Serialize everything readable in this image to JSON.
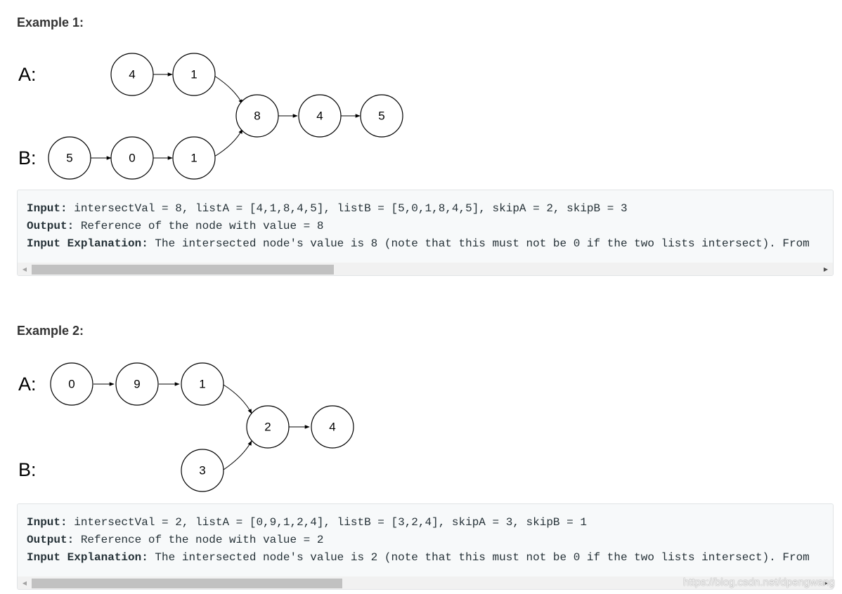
{
  "examples": [
    {
      "title": "Example 1:",
      "label_a": "A:",
      "label_b": "B:",
      "nodes": [
        "4",
        "1",
        "5",
        "0",
        "1",
        "8",
        "4",
        "5"
      ],
      "lines": [
        {
          "key": "Input:",
          "text": " intersectVal = 8, listA = [4,1,8,4,5], listB = [5,0,1,8,4,5], skipA = 2, skipB = 3"
        },
        {
          "key": "Output:",
          "text": " Reference of the node with value = 8"
        },
        {
          "key": "Input Explanation:",
          "text": " The intersected node's value is 8 (note that this must not be 0 if the two lists intersect). From"
        }
      ],
      "scroll_fraction": 0.37
    },
    {
      "title": "Example 2:",
      "label_a": "A:",
      "label_b": "B:",
      "nodes": [
        "0",
        "9",
        "1",
        "3",
        "2",
        "4"
      ],
      "lines": [
        {
          "key": "Input:",
          "text": " intersectVal = 2, listA = [0,9,1,2,4], listB = [3,2,4], skipA = 3, skipB = 1"
        },
        {
          "key": "Output:",
          "text": " Reference of the node with value = 2"
        },
        {
          "key": "Input Explanation:",
          "text": " The intersected node's value is 2 (note that this must not be 0 if the two lists intersect). From"
        }
      ],
      "scroll_fraction": 0.38
    }
  ],
  "watermark": "https://blog.csdn.net/dpengwang"
}
